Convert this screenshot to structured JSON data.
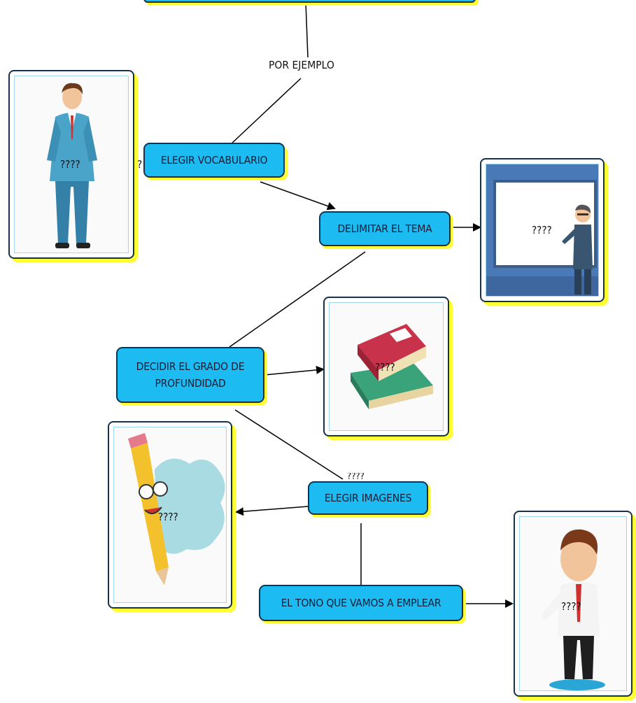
{
  "connector_label": "POR EJEMPLO",
  "nodes": {
    "vocabulario": "ELEGIR VOCABULARIO",
    "tema": "DELIMITAR EL TEMA",
    "profundidad_line1": "DECIDIR EL GRADO DE",
    "profundidad_line2": "PROFUNDIDAD",
    "imagenes": "ELEGIR IMAGENES",
    "tono": "EL TONO QUE VAMOS A EMPLEAR"
  },
  "placeholders": {
    "man_standing": "????",
    "teacher_board": "????",
    "books": "????",
    "pencil": "????",
    "businessman": "????",
    "vocab_side": "?",
    "imagenes_top": "????"
  },
  "colors": {
    "node_fill": "#1cbcf2",
    "node_border": "#17324a",
    "shadow": "#ffff33"
  }
}
